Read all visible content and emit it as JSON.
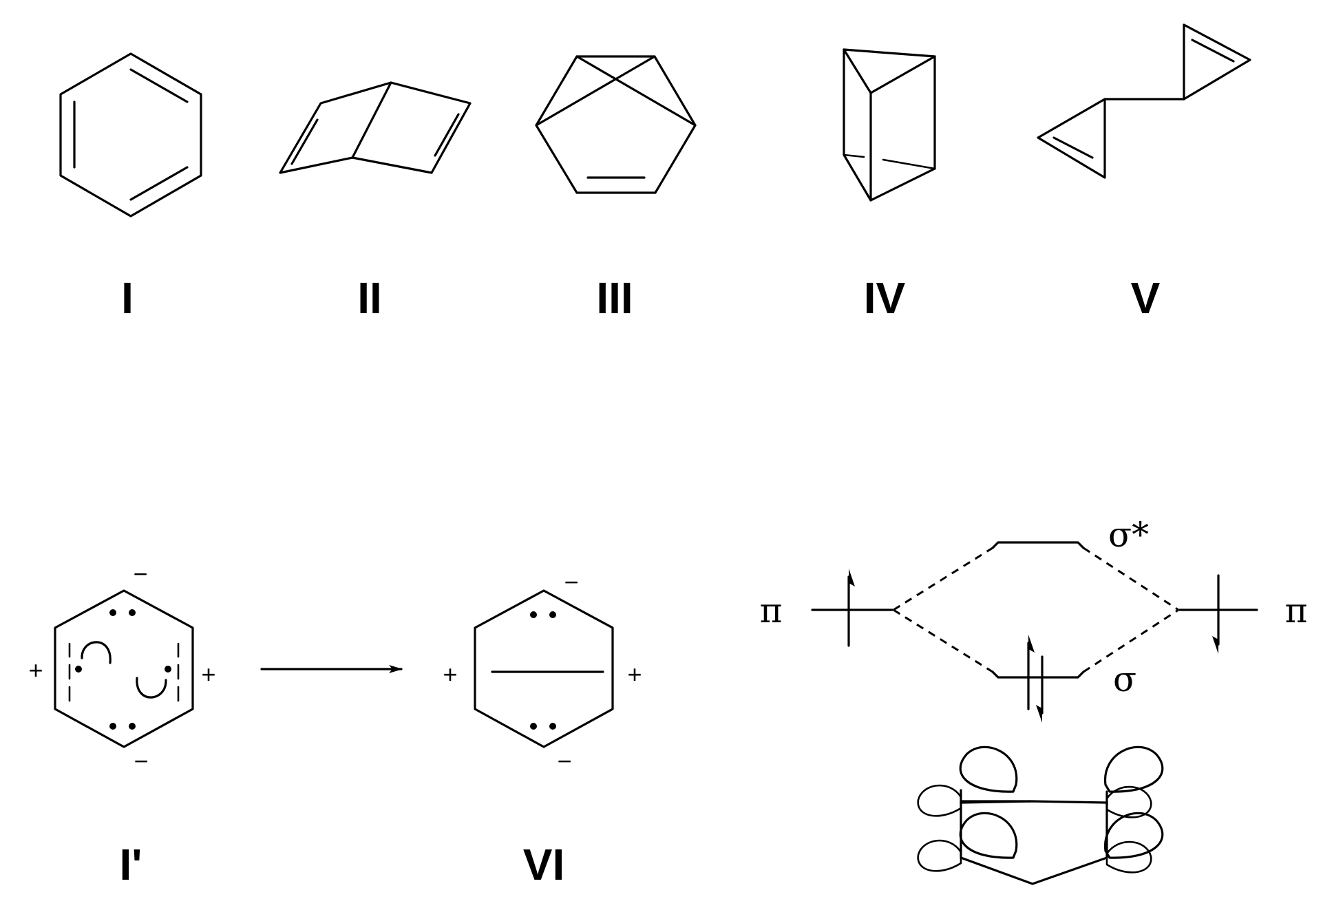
{
  "compounds": {
    "I": "I",
    "II": "II",
    "III": "III",
    "IV": "IV",
    "V": "V",
    "I_prime": "I'",
    "VI": "VI"
  },
  "charges": {
    "plus": "+",
    "minus": "−"
  },
  "mo_diagram": {
    "left_level": "π",
    "right_level": "π",
    "antibonding": "σ*",
    "bonding": "σ"
  },
  "colors": {
    "ink": "#000000",
    "lobe_shade": "#7a7a7a"
  }
}
